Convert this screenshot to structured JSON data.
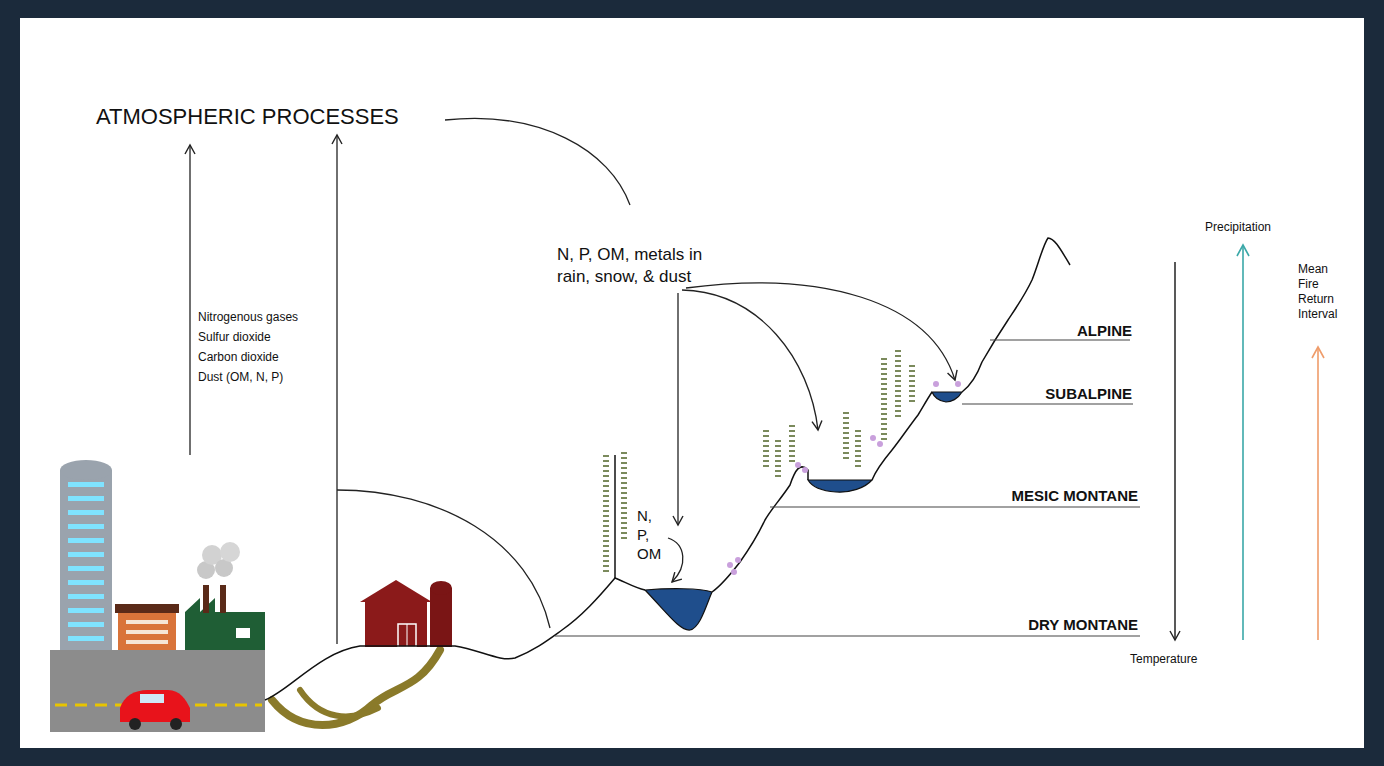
{
  "diagram": {
    "labels": [
      "ATMOSPHERIC PROCESSES",
      "Nitrogenous gases",
      "Sulfur dioxide",
      "Carbon dioxide",
      "Dust (OM, N, P)",
      "N, P, OM, metals in rain, snow, & dust",
      "N, P, OM",
      "ALPINE",
      "SUBALPINE",
      "MESIC MONTANE",
      "DRY MONTANE",
      "Precipitation",
      "Temperature",
      "Mean Fire Return Interval"
    ]
  }
}
